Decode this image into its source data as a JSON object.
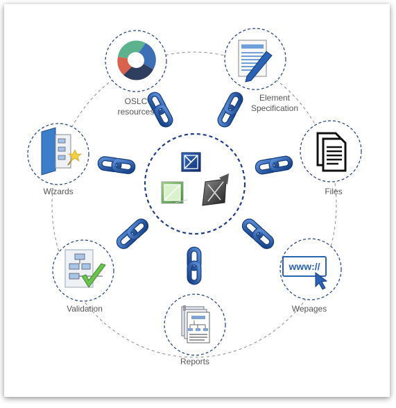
{
  "diagram": {
    "colors": {
      "link": "#2a62b5",
      "link_dark": "#123b7c",
      "dash": "#1f3c88",
      "outer_dash": "#777777",
      "label": "#555555"
    },
    "center": {
      "icons": [
        "modelio-blue-diagram-icon",
        "green-diagram-icon",
        "dark-diagram-icon"
      ]
    },
    "nodes": [
      {
        "id": "oslc",
        "label": "OSLC\nresources",
        "icon": "oslc-logo-icon"
      },
      {
        "id": "element",
        "label": "Element\nSpecification",
        "icon": "document-pen-icon"
      },
      {
        "id": "files",
        "label": "Files",
        "icon": "files-icon"
      },
      {
        "id": "wepages",
        "label": "Wepages",
        "icon": "www-cursor-icon",
        "icon_text": "www://"
      },
      {
        "id": "reports",
        "label": "Reports",
        "icon": "report-pages-icon"
      },
      {
        "id": "validation",
        "label": "Validation",
        "icon": "validation-check-icon"
      },
      {
        "id": "wizards",
        "label": "Wizards",
        "icon": "wizard-book-icon"
      }
    ]
  }
}
